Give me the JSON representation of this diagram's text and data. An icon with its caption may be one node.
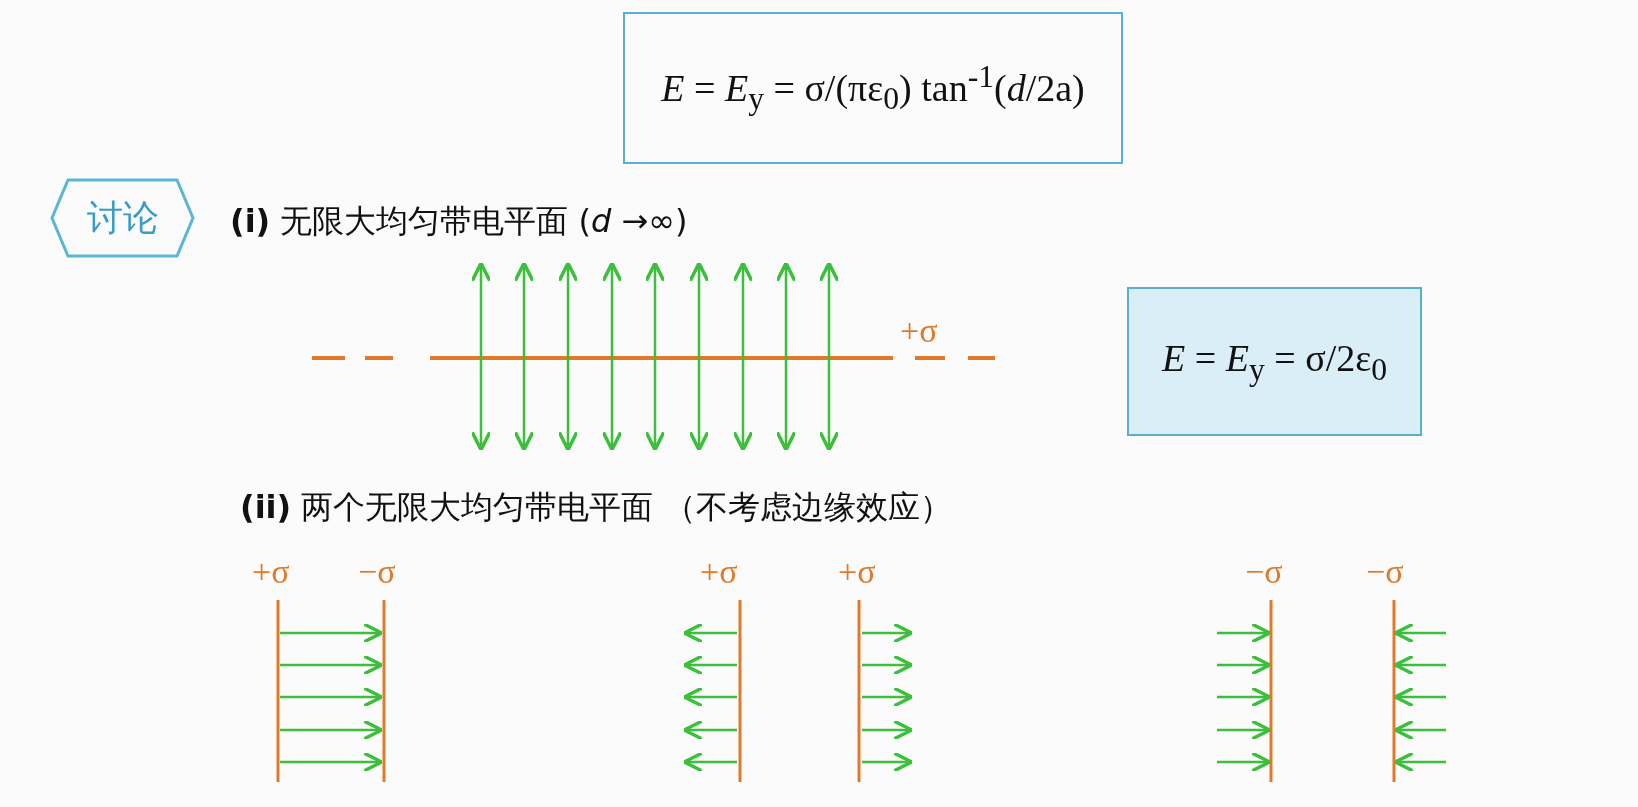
{
  "diagram": {
    "nodes": [
      {
        "text": [
          "*E* = *E*$_{y}$ = σ/(πε$_{0}$) tan$^{-1}$(*d*/2a)"
        ]
      },
      {
        "text": [
          "讨论"
        ]
      },
      {
        "text": [
          "*E* = *E*$_{y}$ = σ/2ε$_{0}$"
        ]
      }
    ],
    "labels": [
      "**(i)** 无限大均匀带电平面 (*d* →∞)",
      "+σ",
      "**(ii)** 两个无限大均匀带电平面 （不考虑边缘效应）",
      "+σ",
      "−σ",
      "+σ",
      "+σ",
      "−σ",
      "−σ"
    ]
  }
}
